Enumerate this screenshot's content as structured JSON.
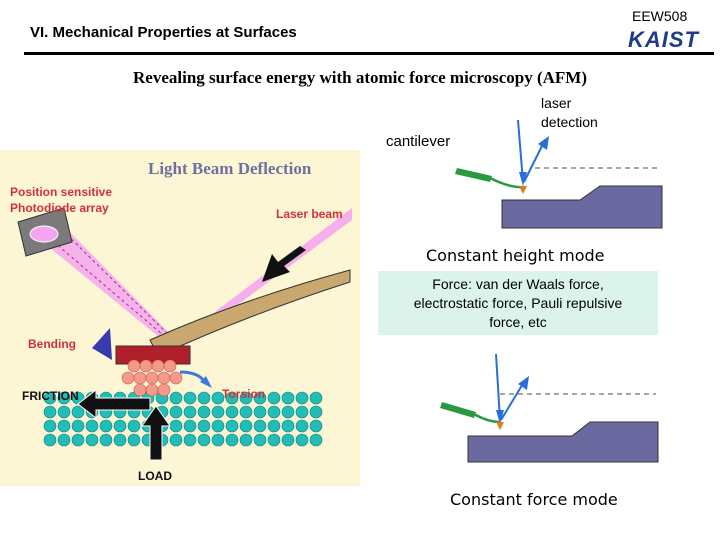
{
  "header": {
    "course_code": "EEW508",
    "logo_text": "KAIST",
    "title": "VI. Mechanical Properties at Surfaces"
  },
  "subtitle": "Revealing surface energy with atomic force microscopy (AFM)",
  "labels": {
    "laser_detection_line1": "laser",
    "laser_detection_line2": "detection",
    "cantilever": "cantilever"
  },
  "modes": {
    "constant_height": "Constant height mode",
    "constant_force": "Constant force mode"
  },
  "force_box": {
    "line1": "Force: van der Waals force,",
    "line2": "electrostatic force, Pauli repulsive",
    "line3": "force, etc"
  },
  "figure": {
    "title": "Light Beam Deflection",
    "psd_line1": "Position sensitive",
    "psd_line2": "Photodiode array",
    "laser_beam": "Laser beam",
    "bending": "Bending",
    "friction": "FRICTION",
    "torsion": "Torsion",
    "load": "LOAD"
  },
  "colors": {
    "figure_bg": "#fdf6d5",
    "label_red": "#d4303a",
    "figure_title": "#6f6fa0",
    "substrate": "#6a6aa0",
    "force_box_bg": "#dcf3ec",
    "laser_pink": "#f6a6f0",
    "atom_teal": "#22bdb6",
    "cantilever_green": "#2a9a40"
  }
}
